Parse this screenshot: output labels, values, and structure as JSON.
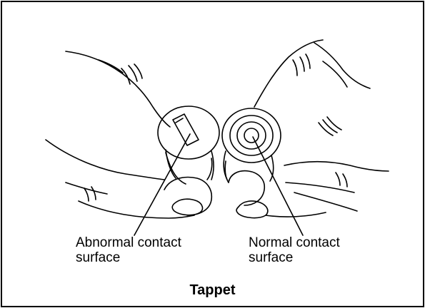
{
  "labels": {
    "abnormal": [
      "Abnormal contact",
      "surface"
    ],
    "normal": [
      "Normal contact",
      "surface"
    ]
  },
  "caption": "Tappet",
  "colors": {
    "line": "#000000",
    "background": "#ffffff"
  }
}
